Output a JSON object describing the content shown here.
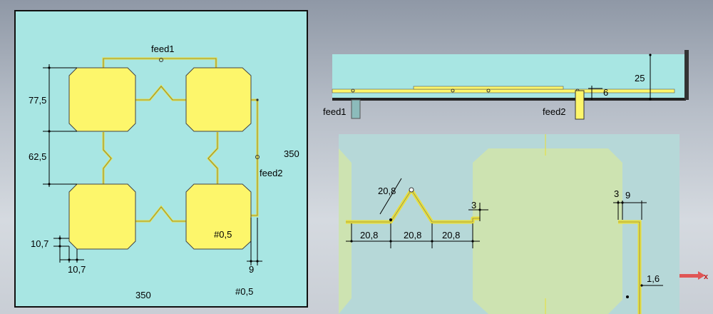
{
  "top_view": {
    "label_feed1": "feed1",
    "label_feed2": "feed2",
    "dim_patch_height": "77,5",
    "dim_patch_gap": "62,5",
    "dim_chamfer_vertical": "10,7",
    "dim_chamfer_horizontal": "10,7",
    "dim_board_height": "350",
    "dim_board_width": "350",
    "dim_feed2_offset": "9",
    "dim_line_width_inner": "#0,5",
    "dim_line_width_bottom": "#0,5"
  },
  "side_view": {
    "label_feed1": "feed1",
    "label_feed2": "feed2",
    "dim_height": "25",
    "dim_feed_height": "6"
  },
  "detail_view": {
    "dim_slant": "20,8",
    "dim_seg_left": "20,8",
    "dim_seg_mid": "20,8",
    "dim_seg_right": "20,8",
    "dim_step": "3",
    "dim_corner_a": "3",
    "dim_corner_b": "9",
    "dim_width": "1,6",
    "axis_label": "x"
  },
  "colors": {
    "substrate": "#a8e6e3",
    "patch": "#fdf66b",
    "dimension_line": "#000000"
  }
}
